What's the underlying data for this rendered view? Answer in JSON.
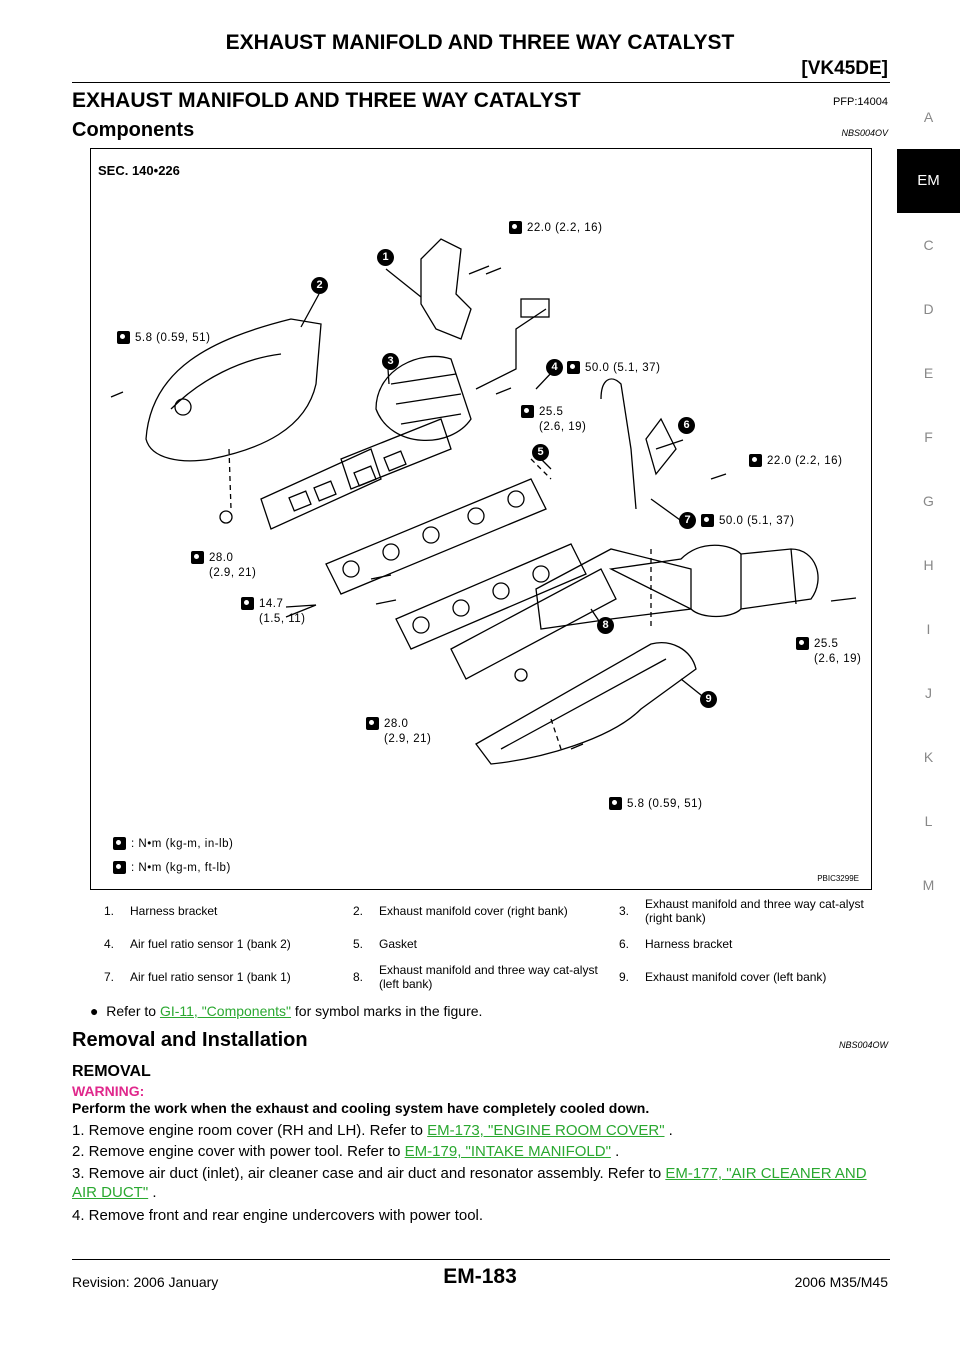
{
  "header": {
    "title": "EXHAUST MANIFOLD AND THREE WAY CATALYST",
    "subtitle": "[VK45DE]"
  },
  "section": {
    "title": "EXHAUST MANIFOLD AND THREE WAY CATALYST",
    "pfp": "PFP:14004"
  },
  "components": {
    "title": "Components",
    "code": "NBS004OV"
  },
  "side_tabs": [
    "A",
    "EM",
    "C",
    "D",
    "E",
    "F",
    "G",
    "H",
    "I",
    "J",
    "K",
    "L",
    "M"
  ],
  "figure": {
    "sec": "SEC. 140•226",
    "id": "PBIC3299E",
    "torques": [
      "22.0 (2.2, 16)",
      "5.8 (0.59, 51)",
      "50.0 (5.1, 37)",
      "25.5",
      "(2.6, 19)",
      "22.0 (2.2, 16)",
      "50.0 (5.1, 37)",
      "28.0",
      "(2.9, 21)",
      "14.7",
      "(1.5, 11)",
      "25.5",
      "(2.6, 19)",
      "28.0",
      "(2.9, 21)",
      "5.8 (0.59, 51)"
    ],
    "legend1": ": N•m (kg-m, in-lb)",
    "legend2": ": N•m (kg-m, ft-lb)",
    "callouts": [
      "1",
      "2",
      "3",
      "4",
      "5",
      "6",
      "7",
      "8",
      "9"
    ]
  },
  "parts": [
    [
      "1.",
      "Harness bracket",
      "2.",
      "Exhaust manifold cover (right bank)",
      "3.",
      "Exhaust manifold and three way cat-alyst (right bank)"
    ],
    [
      "4.",
      "Air fuel ratio sensor 1 (bank 2)",
      "5.",
      "Gasket",
      "6.",
      "Harness bracket"
    ],
    [
      "7.",
      "Air fuel ratio sensor 1 (bank 1)",
      "8.",
      "Exhaust manifold and three way cat-alyst (left bank)",
      "9.",
      "Exhaust manifold cover (left bank)"
    ]
  ],
  "note": {
    "pre": "Refer to ",
    "link": "GI-11, \"Components\"",
    "post": "  for symbol marks in the figure."
  },
  "removal_install": {
    "title": "Removal and Installation",
    "code": "NBS004OW"
  },
  "removal": "REMOVAL",
  "warning_label": "WARNING:",
  "warning_text": "Perform the work when the exhaust and cooling system have completely cooled down.",
  "steps": [
    {
      "text": "1. Remove engine room cover (RH and LH). Refer to ",
      "link": "EM-173, \"ENGINE ROOM COVER\"",
      "post": " ."
    },
    {
      "text": "2. Remove engine cover with power tool. Refer to ",
      "link": "EM-179, \"INTAKE MANIFOLD\"",
      "post": " ."
    },
    {
      "text": "3. Remove air duct (inlet), air cleaner case and air duct and resonator assembly. Refer to ",
      "link": "EM-177, \"AIR CLEANER AND AIR DUCT\"",
      "post": " ."
    },
    {
      "text": "4. Remove front and rear engine undercovers with power tool.",
      "link": "",
      "post": ""
    }
  ],
  "footer": {
    "left": "Revision: 2006 January",
    "center": "EM-183",
    "right": "2006 M35/M45"
  }
}
